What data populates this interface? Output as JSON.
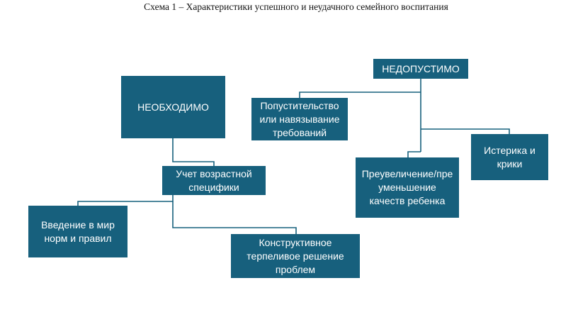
{
  "caption": "Схема 1 – Характеристики успешного и неудачного семейного воспитания",
  "nodes": {
    "necessary": "НЕОБХОДИМО",
    "age_specifics": "Учет возрастной\nспецифики",
    "norms_rules": "Введение в мир\nнорм и правил",
    "constructive": "Конструктивное\nтерпеливое решение\nпроблем",
    "unacceptable": "НЕДОПУСТИМО",
    "permissiveness": "Попустительство\nили навязывание\nтребований",
    "hysteria": "Истерика и\nкрики",
    "exaggeration": "Преувеличение/пре\nуменьшение\nкачеств ребенка"
  },
  "colors": {
    "box_fill": "#17607d",
    "box_text": "#ffffff",
    "connector": "#17607d"
  }
}
